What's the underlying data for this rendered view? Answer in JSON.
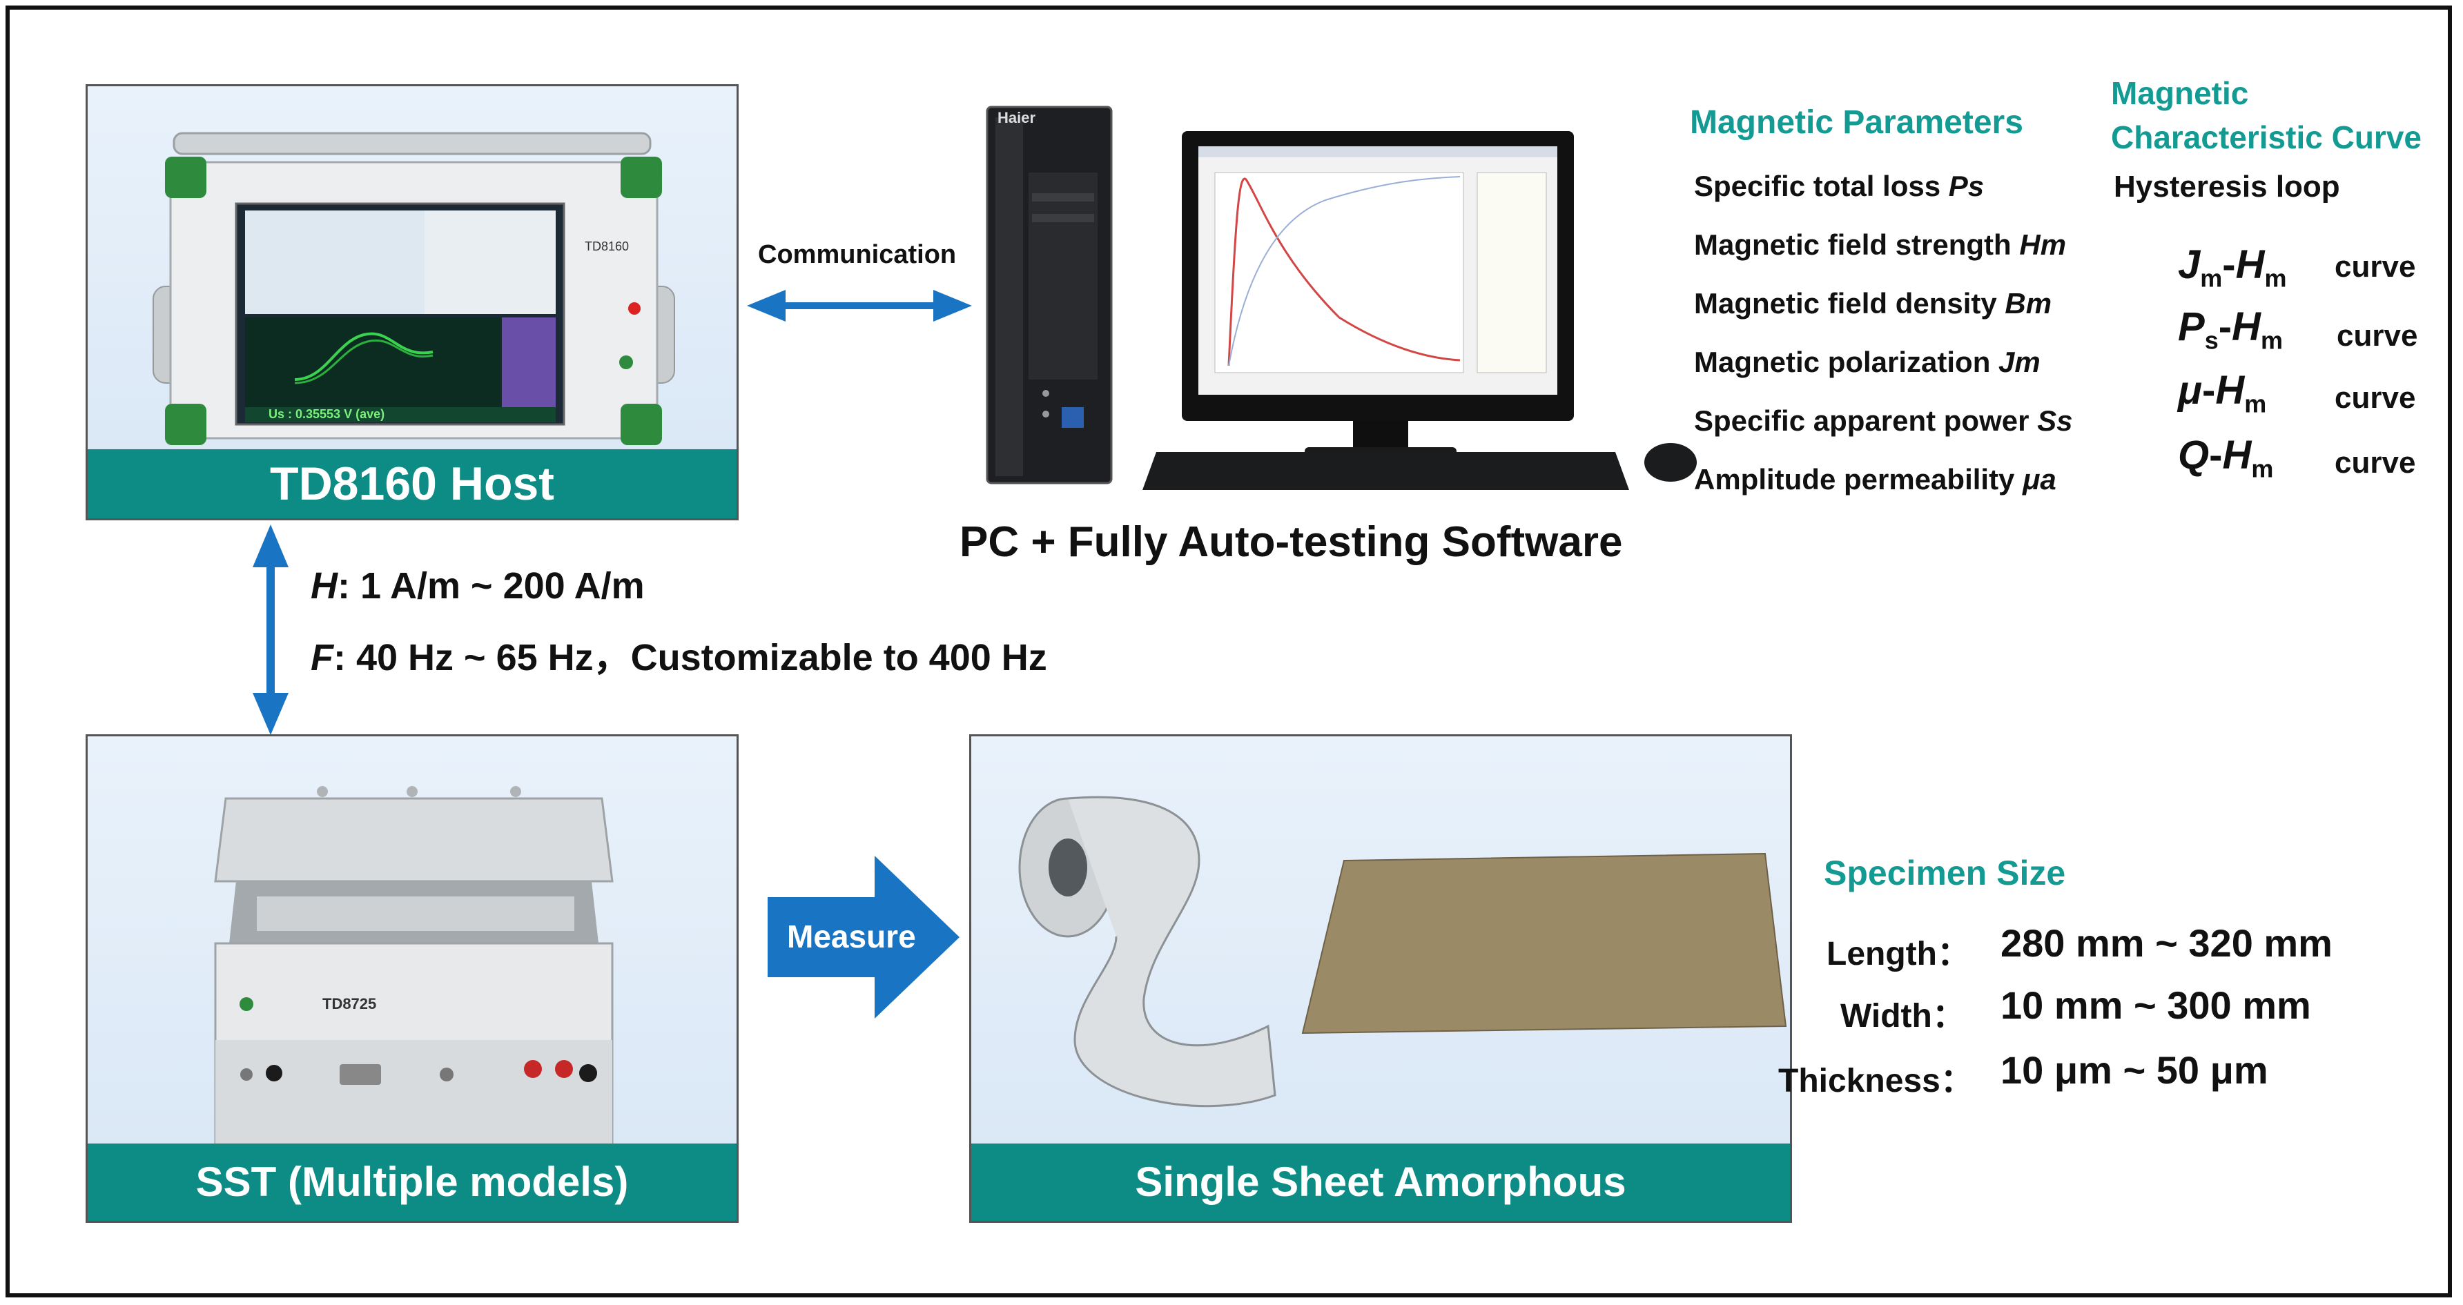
{
  "host": {
    "caption": "TD8160 Host",
    "screen_readout": "Us : 0.35553 V (ave)",
    "model": "TD8160"
  },
  "pc": {
    "caption": "PC + Fully Auto-testing Software",
    "brand": "Haier"
  },
  "communication": "Communication",
  "range": {
    "h_sym": "H",
    "h_range": ": 1 A/m ~ 200 A/m",
    "f_sym": "F",
    "f_range": ": 40 Hz ~ 65 Hz，Customizable to 400 Hz"
  },
  "sst": {
    "caption": "SST (Multiple models)",
    "model": "TD8725"
  },
  "measure": "Measure",
  "sheet": {
    "caption": "Single Sheet Amorphous"
  },
  "parameters": {
    "title": "Magnetic Parameters",
    "items": [
      {
        "label": "Specific total loss ",
        "sym": "Ps"
      },
      {
        "label": "Magnetic field strength ",
        "sym": "Hm"
      },
      {
        "label": "Magnetic field density ",
        "sym": "Bm"
      },
      {
        "label": "Magnetic polarization ",
        "sym": "Jm"
      },
      {
        "label": "Specific apparent power ",
        "sym": "Ss"
      },
      {
        "label": "Amplitude permeability ",
        "sym": "μa"
      }
    ]
  },
  "curves": {
    "title_line1": "Magnetic",
    "title_line2": "Characteristic Curve",
    "hysteresis": "Hysteresis loop",
    "items": [
      {
        "a": "J",
        "a_sub": "m",
        "b": "H",
        "b_sub": "m",
        "word": "curve"
      },
      {
        "a": "P",
        "a_sub": "s",
        "b": "H",
        "b_sub": "m",
        "word": "curve"
      },
      {
        "a": "μ",
        "a_sub": "",
        "b": "H",
        "b_sub": "m",
        "word": "curve"
      },
      {
        "a": "Q",
        "a_sub": "",
        "b": "H",
        "b_sub": "m",
        "word": "curve"
      }
    ]
  },
  "specimen": {
    "title": "Specimen Size",
    "rows": [
      {
        "label": "Length：",
        "value": "280 mm ~ 320 mm"
      },
      {
        "label": "Width：",
        "value": "10 mm ~ 300 mm"
      },
      {
        "label": "Thickness：",
        "value": "10 μm ~ 50 μm"
      }
    ]
  },
  "colors": {
    "teal": "#0d8c86",
    "arrow_blue": "#1a74c4",
    "heading_teal": "#129a93"
  }
}
